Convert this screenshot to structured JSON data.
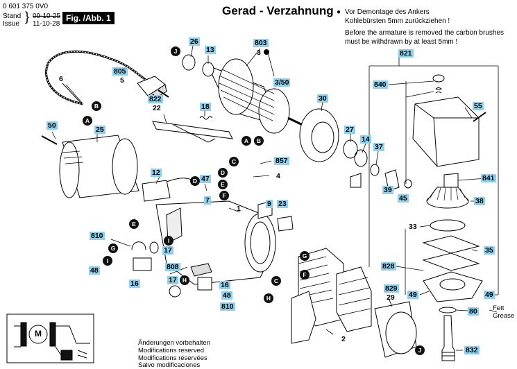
{
  "header": {
    "doc_number": "0 601 375 0V0",
    "stand_label": "Stand",
    "issue_label": "Issue",
    "stand_date": "09-10-25",
    "issue_date": "11-10-28",
    "figure_label": "Fig. /Abb. 1"
  },
  "title": "Gerad - Verzahnung",
  "note": {
    "bullet": "●",
    "de_line1": "Vor Demontage des Ankers",
    "de_line2": "Kohlebürsten 5mm zurückziehen !",
    "en_line1": "Before the armature is removed the carbon brushes",
    "en_line2": "must be withdrawn by at least 5mm !"
  },
  "footer": {
    "line1": "Änderungen vorbehalten",
    "line2": "Modifications reserved",
    "line3": "Modifications réservées",
    "line4": "Salvo modificaciones"
  },
  "labels": {
    "p6": "6",
    "p805": "805",
    "p5": "5",
    "p26": "26",
    "p13": "13",
    "p803": "803",
    "p3": "3",
    "p3_50": "3/50",
    "p822": "822",
    "p22": "22",
    "p18": "18",
    "p30": "30",
    "p27": "27",
    "p14": "14",
    "p37": "37",
    "p39": "39",
    "p45": "45",
    "p50": "50",
    "p25": "25",
    "p857": "857",
    "p4": "4",
    "p12": "12",
    "p47": "47",
    "p7": "7",
    "p1": "1",
    "p9": "9",
    "p23": "23",
    "p810a": "810",
    "p17a": "17",
    "p48a": "48",
    "p16a": "16",
    "p808": "808",
    "p17b": "17",
    "p16b": "16",
    "p48b": "48",
    "p810b": "810",
    "p2": "2",
    "p829": "829",
    "p29": "29",
    "p821": "821",
    "p840": "840",
    "p55": "55",
    "p841": "841",
    "p38": "38",
    "p33": "33",
    "p35": "35",
    "p828": "828",
    "p49a": "49",
    "p49b": "49",
    "p80": "80",
    "p832": "832",
    "fett": "Fett",
    "grease": "Grease",
    "motor": "M"
  },
  "callouts": {
    "A": "A",
    "B": "B",
    "C": "C",
    "D": "D",
    "E": "E",
    "F": "F",
    "G": "G",
    "H": "H",
    "I": "I",
    "J": "J"
  }
}
